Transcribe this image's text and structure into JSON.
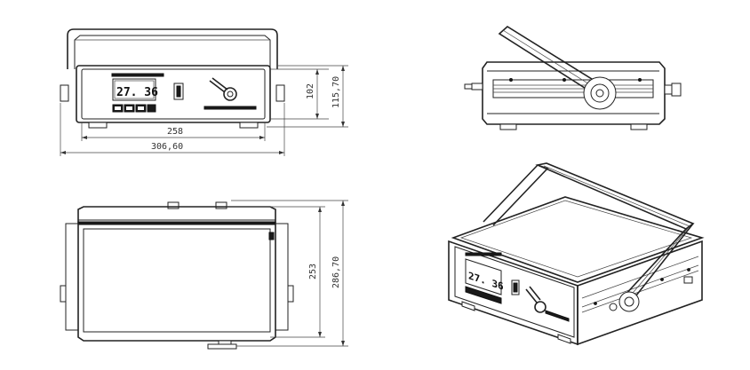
{
  "dimensions": {
    "front_inner_width": "258",
    "front_overall_width": "306,60",
    "front_panel_height": "102",
    "front_overall_height": "115,70",
    "top_inner_depth": "253",
    "top_overall_depth": "286,70"
  },
  "display": {
    "front_reading": "27. 36",
    "iso_reading": "27. 36"
  },
  "colors": {
    "line": "#222222",
    "background": "#ffffff"
  }
}
